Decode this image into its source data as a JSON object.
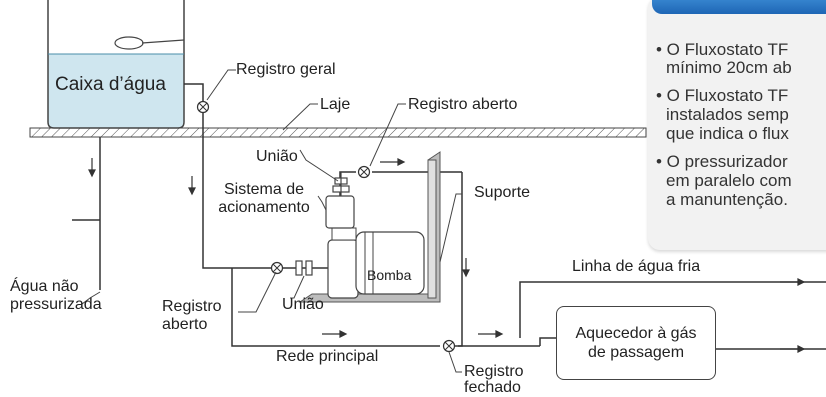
{
  "labels": {
    "caixa": "Caixa d’água",
    "registro_geral": "Registro geral",
    "laje": "Laje",
    "registro_aberto_top": "Registro aberto",
    "uniao_top": "União",
    "sistema_l1": "Sistema de",
    "sistema_l2": "acionamento",
    "suporte": "Suporte",
    "agua_l1": "Água não",
    "agua_l2": "pressurizada",
    "registro_l1": "Registro",
    "registro_l2": "aberto",
    "uniao_bottom": "União",
    "bomba": "Bomba",
    "linha_fria": "Linha de água fria",
    "aquecedor_l1": "Aquecedor à gás",
    "aquecedor_l2": "de passagem",
    "rede_principal": "Rede principal",
    "fechado_l1": "Registro",
    "fechado_l2": "fechado"
  },
  "note": {
    "title": "IM",
    "lines": [
      "• O Fluxostato TF",
      "mínimo 20cm ab",
      "• O Fluxostato TF",
      "instalados semp",
      "que indica o flux",
      "• O pressurizador",
      "em paralelo com",
      "a manuntenção."
    ]
  },
  "colors": {
    "water": "#cfe6ef",
    "pipe": "#333333",
    "note_header": "#1e66b5",
    "support": "#9a9a9a"
  }
}
